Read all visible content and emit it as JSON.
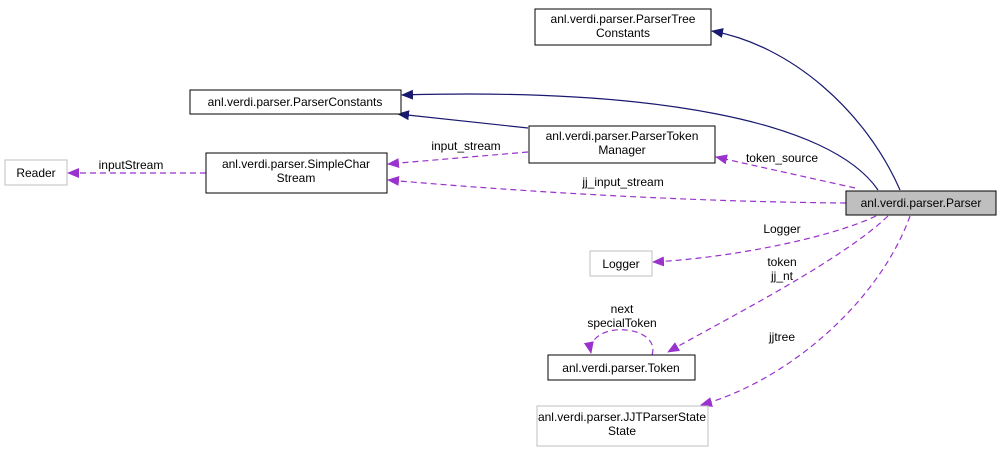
{
  "nodes": {
    "parser_tree_constants": [
      "anl.verdi.parser.ParserTree",
      "Constants"
    ],
    "parser_constants": [
      "anl.verdi.parser.ParserConstants"
    ],
    "parser_token_manager": [
      "anl.verdi.parser.ParserToken",
      "Manager"
    ],
    "reader": [
      "Reader"
    ],
    "simple_char_stream": [
      "anl.verdi.parser.SimpleChar",
      "Stream"
    ],
    "parser": [
      "anl.verdi.parser.Parser"
    ],
    "logger": [
      "Logger"
    ],
    "token": [
      "anl.verdi.parser.Token"
    ],
    "jjt_parser_state": [
      "anl.verdi.parser.JJTParserState",
      "State"
    ]
  },
  "edge_labels": {
    "input_stream": [
      "input_stream"
    ],
    "token_source": [
      "token_source"
    ],
    "input_stream_reader": [
      "inputStream"
    ],
    "jj_input_stream": [
      "jj_input_stream"
    ],
    "logger": [
      "Logger"
    ],
    "token_jj_nt": [
      "token",
      "jj_nt"
    ],
    "next_special_token": [
      "next",
      "specialToken"
    ],
    "jjtree": [
      "jjtree"
    ]
  },
  "colors": {
    "inheritance_edge": "#191970",
    "usage_edge": "#9a32cd",
    "focus_fill": "#bfbfbf",
    "external_border": "#bfbfbf"
  }
}
